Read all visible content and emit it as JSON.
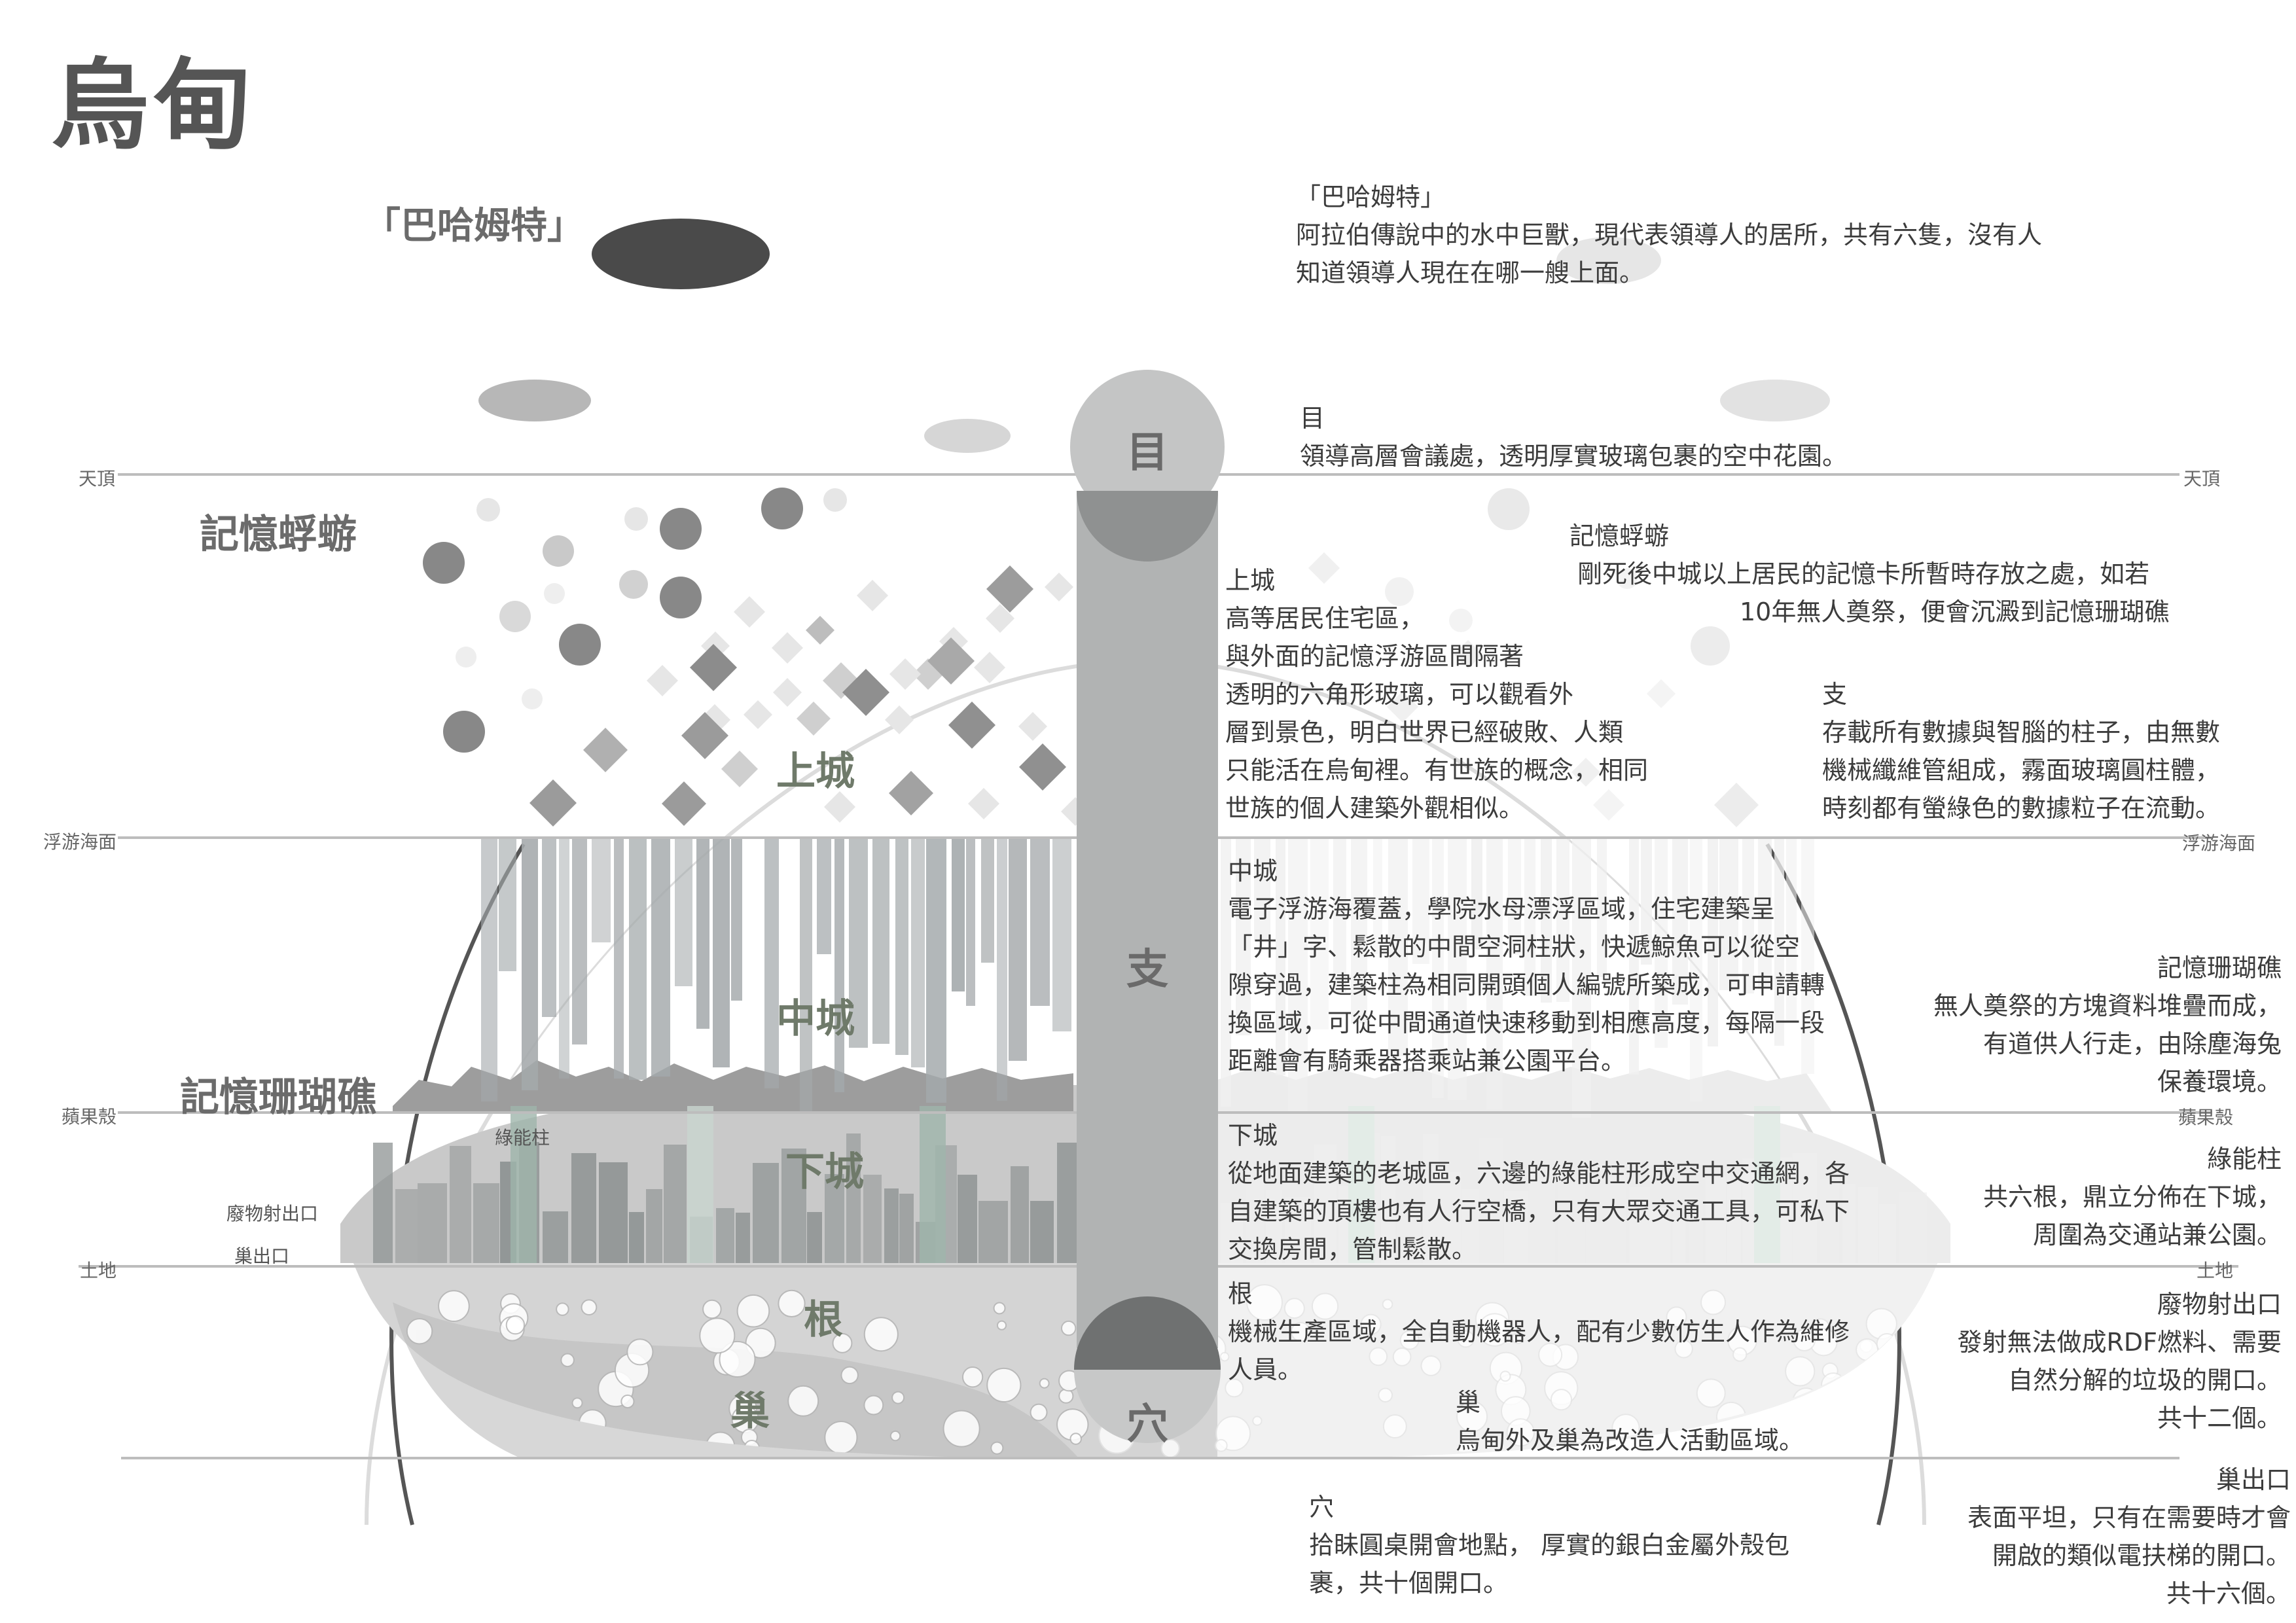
{
  "title": "烏甸",
  "behemoth_label": "「巴哈姆特」",
  "left_labels": {
    "memory_tadpoles": "記憶蜉蝣",
    "memory_coral_reef": "記憶珊瑚礁",
    "green_pillar": "綠能柱",
    "waste_outlet": "廢物射出口",
    "nest_outlet": "巢出口"
  },
  "levels": {
    "zenith": "天頂",
    "floating_sea": "浮游海面",
    "apple_shell": "蘋果殼",
    "land": "土地"
  },
  "zones": {
    "upper_city": "上城",
    "middle_city": "中城",
    "lower_city": "下城",
    "root": "根",
    "nest": "巢"
  },
  "pillar_labels": {
    "eye": "目",
    "support": "支",
    "cave": "穴"
  },
  "descriptions": {
    "behemoth": [
      "「巴哈姆特」",
      "阿拉伯傳說中的水中巨獸，現代表領導人的居所，共有六隻，沒有人",
      "知道領導人現在在哪一艘上面。"
    ],
    "eye": [
      "目",
      "領導高層會議處，透明厚實玻璃包裹的空中花園。"
    ],
    "memory_tadpoles": [
      "記憶蜉蝣",
      "剛死後中城以上居民的記憶卡所暫時存放之處，如若",
      "10年無人奠祭，便會沉澱到記憶珊瑚礁"
    ],
    "upper_city": [
      "上城",
      "高等居民住宅區，",
      "與外面的記憶浮游區間隔著",
      "透明的六角形玻璃，可以觀看外",
      "層到景色，明白世界已經破敗、人類",
      "只能活在烏甸裡。有世族的概念，相同",
      "世族的個人建築外觀相似。"
    ],
    "support": [
      "支",
      "存載所有數據與智腦的柱子，由無數",
      "機械纖維管組成，霧面玻璃圓柱體，",
      "時刻都有螢綠色的數據粒子在流動。"
    ],
    "middle_city": [
      "中城",
      "電子浮游海覆蓋，學院水母漂浮區域，住宅建築呈",
      "「井」字、鬆散的中間空洞柱狀，快遞鯨魚可以從空",
      "隙穿過，建築柱為相同開頭個人編號所築成，可申請轉",
      "換區域，可從中間通道快速移動到相應高度，每隔一段",
      "距離會有騎乘器搭乘站兼公園平台。"
    ],
    "memory_coral_reef": [
      "記憶珊瑚礁",
      "無人奠祭的方塊資料堆疊而成，",
      "有道供人行走，由除塵海兔",
      "保養環境。"
    ],
    "lower_city": [
      "下城",
      "從地面建築的老城區，六邊的綠能柱形成空中交通網，各",
      "自建築的頂樓也有人行空橋，只有大眾交通工具，可私下",
      "交換房間，管制鬆散。"
    ],
    "green_pillar": [
      "綠能柱",
      "共六根，鼎立分佈在下城，",
      "周圍為交通站兼公園。"
    ],
    "root": [
      "根",
      "機械生產區域，全自動機器人，配有少數仿生人作為維修",
      "人員。"
    ],
    "waste_outlet": [
      "廢物射出口",
      "發射無法做成RDF燃料、需要",
      "自然分解的垃圾的開口。",
      "共十二個。"
    ],
    "nest": [
      "巢",
      "烏甸外及巢為改造人活動區域。"
    ],
    "cave": [
      "穴",
      "拾眛圓桌開會地點， 厚實的銀白金屬外殼包",
      "裹，共十個開口。"
    ],
    "nest_outlet": [
      "巢出口",
      "表面平坦，只有在需要時才會",
      "開啟的類似電扶梯的開口。",
      "共十六個。"
    ]
  }
}
